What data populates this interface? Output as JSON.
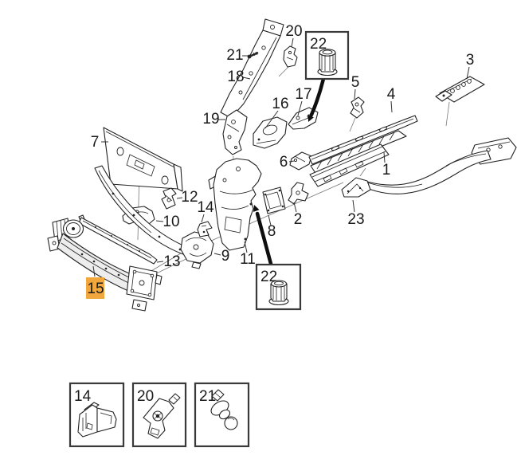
{
  "colors": {
    "highlight_bg": "#f2a73d",
    "highlight_text": "#bd701c",
    "line": "#232323"
  },
  "highlighted_callout": "15",
  "callouts": {
    "c1": "1",
    "c2": "2",
    "c3": "3",
    "c4": "4",
    "c5": "5",
    "c6": "6",
    "c7": "7",
    "c8": "8",
    "c9": "9",
    "c10": "10",
    "c11": "11",
    "c12": "12",
    "c13": "13",
    "c14": "14",
    "c15": "15",
    "c16": "16",
    "c17": "17",
    "c18": "18",
    "c19": "19",
    "c20": "20",
    "c21": "21",
    "c23": "23"
  },
  "insets": {
    "top_nut": {
      "label": "22",
      "icon": "rivet-nut-icon"
    },
    "bottom_nut": {
      "label": "22",
      "icon": "rivet-nut-icon"
    }
  },
  "thumbs": [
    {
      "label": "14",
      "icon": "clip-bracket-icon"
    },
    {
      "label": "20",
      "icon": "screw-bracket-icon"
    },
    {
      "label": "21",
      "icon": "ball-stud-bolt-icon"
    }
  ]
}
